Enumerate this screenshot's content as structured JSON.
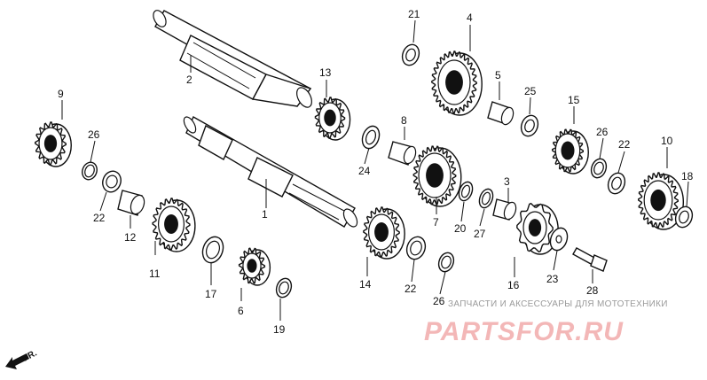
{
  "diagram": {
    "part_numbers": {
      "p1": "1",
      "p2": "2",
      "p3": "3",
      "p4": "4",
      "p5": "5",
      "p6": "6",
      "p7": "7",
      "p8": "8",
      "p9": "9",
      "p10": "10",
      "p11": "11",
      "p12": "12",
      "p13": "13",
      "p14": "14",
      "p15": "15",
      "p16": "16",
      "p17": "17",
      "p18": "18",
      "p19": "19",
      "p20": "20",
      "p21": "21",
      "p22a": "22",
      "p22b": "22",
      "p22c": "22",
      "p23": "23",
      "p24": "24",
      "p25": "25",
      "p26a": "26",
      "p26b": "26",
      "p26c": "26",
      "p27": "27",
      "p28": "28"
    },
    "direction_label": "FR."
  },
  "watermark": {
    "tagline": "ЗАПЧАСТИ И АКСЕССУАРЫ ДЛЯ МОТОТЕХНИКИ",
    "brand": "PARTSFOR.RU"
  },
  "colors": {
    "ink": "#111111",
    "watermark": "#f3b7b7",
    "background": "#ffffff"
  }
}
